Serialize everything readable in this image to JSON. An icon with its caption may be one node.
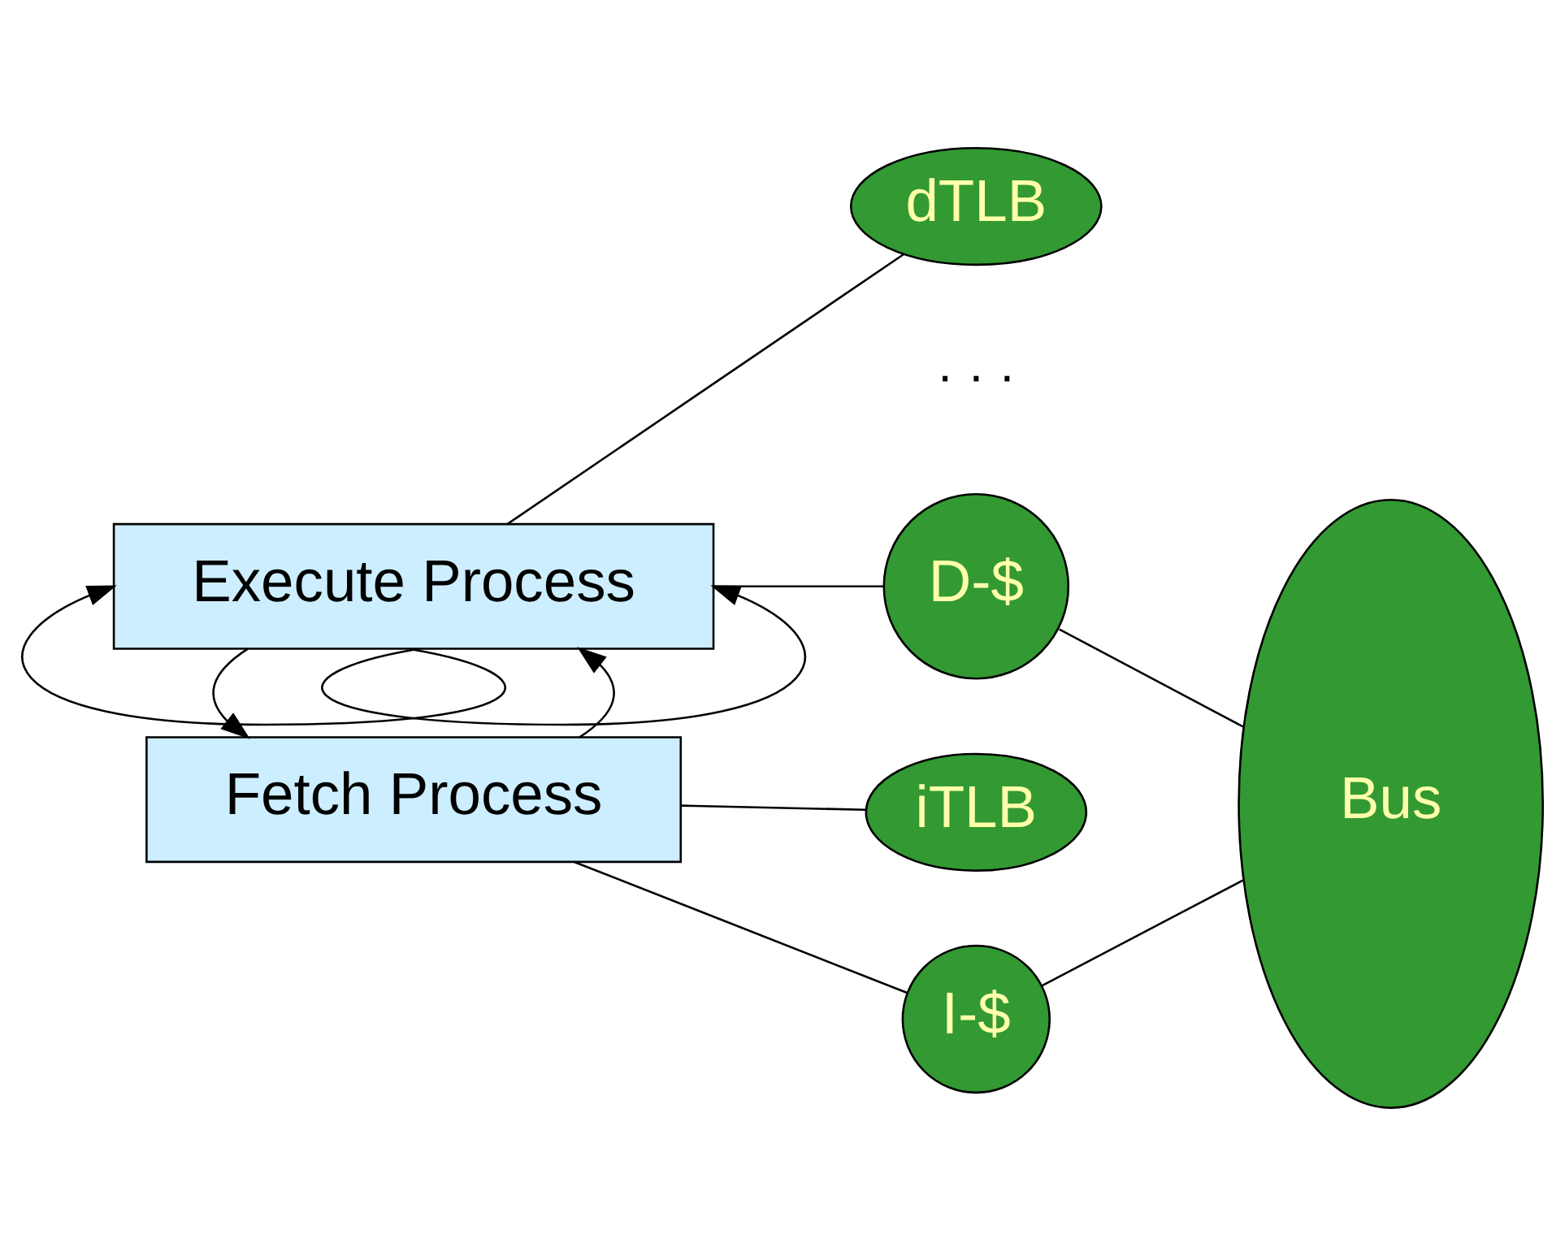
{
  "diagram": {
    "nodes": [
      {
        "text": [
          "Fetch Process"
        ]
      },
      {
        "text": [
          "Execute Process"
        ]
      },
      {
        "text": [
          "iTLB"
        ]
      },
      {
        "text": [
          "I-$"
        ]
      },
      {
        "text": [
          "Bus"
        ]
      },
      {
        "text": [
          "D-$"
        ]
      },
      {
        "text": [
          "dTLB"
        ]
      }
    ],
    "edges": [
      {
        "from": 0,
        "to": 1,
        "arrow": "to"
      },
      {
        "from": 1,
        "to": 0,
        "arrow": "to"
      },
      {
        "from": 0,
        "to": 2,
        "arrow": "none"
      },
      {
        "from": 0,
        "to": 3,
        "arrow": "none"
      },
      {
        "from": 3,
        "to": 4,
        "arrow": "none"
      },
      {
        "from": 1,
        "to": 5,
        "arrow": "none"
      },
      {
        "from": 5,
        "to": 4,
        "arrow": "none"
      },
      {
        "from": 1,
        "to": 6,
        "arrow": "none"
      },
      {
        "from": 1,
        "to": 1,
        "arrow": "to"
      },
      {
        "from": 1,
        "to": 1,
        "arrow": "to"
      }
    ],
    "labels": [
      "· · ·"
    ]
  }
}
